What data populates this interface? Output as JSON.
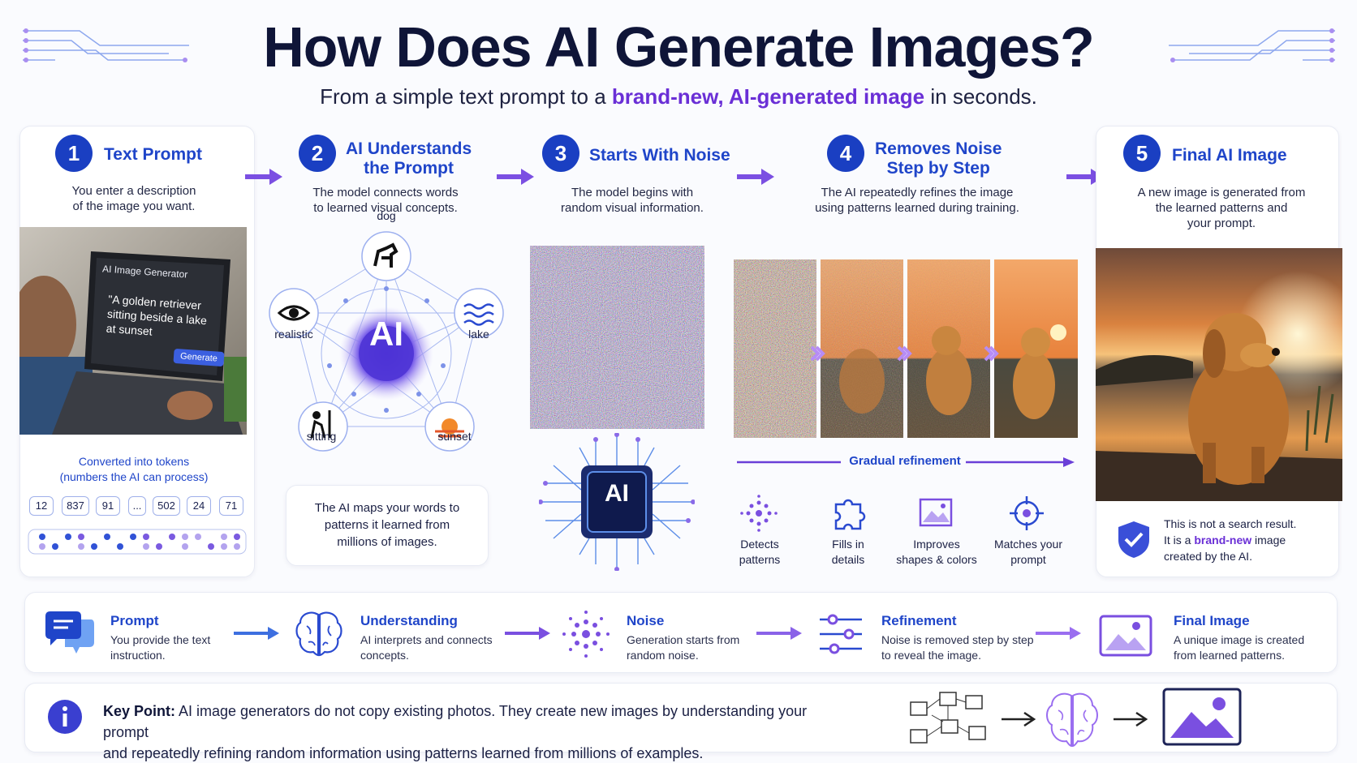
{
  "title": "How Does AI Generate Images?",
  "subtitle": {
    "pre": "From a simple text prompt to a ",
    "highlight": "brand-new, AI-generated image",
    "post": " in seconds."
  },
  "steps": [
    {
      "num": "1",
      "title": "Text Prompt",
      "desc": [
        "You enter a description",
        "of the image you want."
      ]
    },
    {
      "num": "2",
      "title": [
        "AI Understands",
        "the Prompt"
      ],
      "desc": [
        "The model connects words",
        "to learned visual concepts."
      ]
    },
    {
      "num": "3",
      "title": "Starts With Noise",
      "desc": [
        "The model begins with",
        "random visual information."
      ]
    },
    {
      "num": "4",
      "title": [
        "Removes Noise",
        "Step by Step"
      ],
      "desc": [
        "The AI repeatedly refines the image",
        "using patterns learned during training."
      ]
    },
    {
      "num": "5",
      "title": "Final AI Image",
      "desc": [
        "A new image is generated from",
        "the learned patterns and",
        "your prompt."
      ]
    }
  ],
  "laptop": {
    "app": "AI Image Generator",
    "prompt": [
      "\"A golden retriever",
      "sitting beside a lake",
      "at sunset"
    ],
    "button": "Generate"
  },
  "tokens": {
    "caption": [
      "Converted into tokens",
      "(numbers the AI can process)"
    ],
    "values": [
      "12",
      "837",
      "91",
      "...",
      "502",
      "24",
      "71"
    ]
  },
  "concepts": {
    "center": "AI",
    "nodes": [
      "dog",
      "realistic",
      "lake",
      "sitting",
      "sunset"
    ],
    "note": [
      "The AI maps your words to",
      "patterns it learned from",
      "millions of images."
    ]
  },
  "noise": {
    "chip": "AI"
  },
  "refine": {
    "bar": "Gradual refinement",
    "icons": [
      [
        "Detects",
        "patterns"
      ],
      [
        "Fills in",
        "details"
      ],
      [
        "Improves",
        "shapes & colors"
      ],
      [
        "Matches your",
        "prompt"
      ]
    ]
  },
  "final": {
    "note_pre": "This is not a search result.",
    "note_mid_pre": "It is a ",
    "note_hl": "brand-new",
    "note_mid_post": " image",
    "note_end": "created by the AI."
  },
  "summary": [
    {
      "title": "Prompt",
      "desc": [
        "You provide the text",
        "instruction."
      ]
    },
    {
      "title": "Understanding",
      "desc": [
        "AI interprets and connects",
        "concepts."
      ]
    },
    {
      "title": "Noise",
      "desc": [
        "Generation starts from",
        "random noise."
      ]
    },
    {
      "title": "Refinement",
      "desc": [
        "Noise is removed step by step",
        "to reveal the image."
      ]
    },
    {
      "title": "Final Image",
      "desc": [
        "A unique image is created",
        "from learned patterns."
      ]
    }
  ],
  "key": {
    "label": "Key Point:",
    "text1": " AI image generators do not copy existing photos. They create new images by understanding your prompt",
    "text2": "and repeatedly refining random information using patterns learned from millions of examples."
  },
  "colors": {
    "blue": "#1f45c9",
    "purple": "#6a2fd6",
    "navy": "#0f1538"
  }
}
